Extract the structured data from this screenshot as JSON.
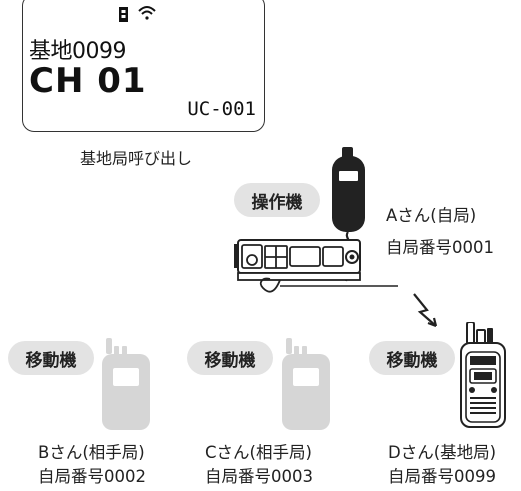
{
  "lcd": {
    "station_text": "基地0099",
    "channel_text": "CH 01",
    "code_text": "UC-001",
    "icons": [
      "battery-icon",
      "signal-icon"
    ]
  },
  "caption": "基地局呼び出し",
  "operator": {
    "badge": "操作機",
    "name": "Aさん(自局)",
    "number": "自局番号0001"
  },
  "mobiles": [
    {
      "badge": "移動機",
      "name": "Bさん(相手局)",
      "number": "自局番号0002"
    },
    {
      "badge": "移動機",
      "name": "Cさん(相手局)",
      "number": "自局番号0003"
    },
    {
      "badge": "移動機",
      "name": "Dさん(基地局)",
      "number": "自局番号0099"
    }
  ],
  "colors": {
    "pill": "#e3e3e3",
    "inactive_radio": "#d6d6d6",
    "active_radio": "#222222"
  }
}
